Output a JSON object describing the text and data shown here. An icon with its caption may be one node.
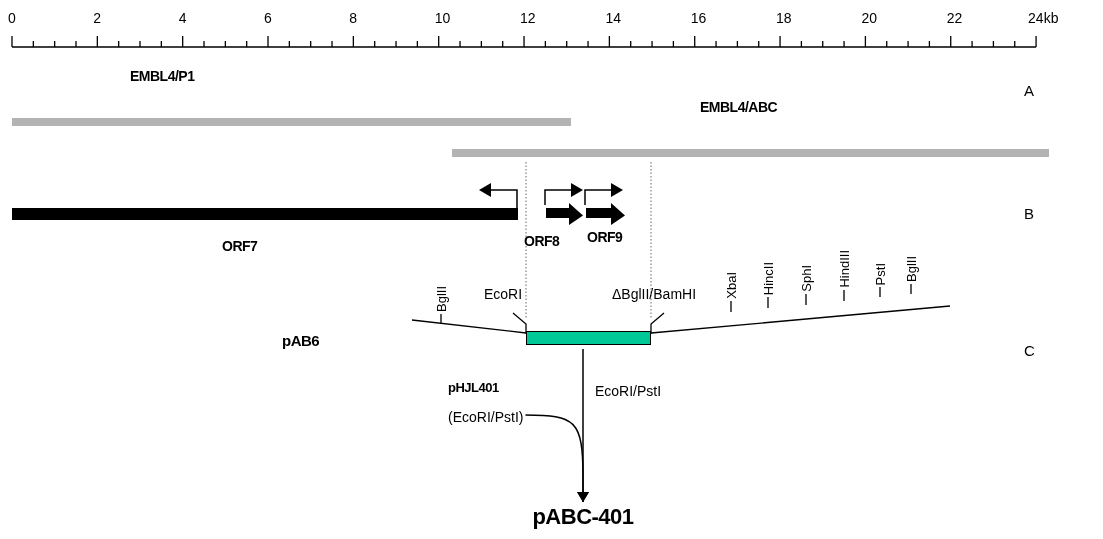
{
  "diagram": {
    "nodes": [
      {
        "text": [
          "EMBL4/P1"
        ]
      },
      {
        "text": [
          "EMBL4/ABC"
        ]
      },
      {
        "text": [
          "ORF7"
        ]
      },
      {
        "text": [
          "ORF8"
        ]
      },
      {
        "text": [
          "ORF9"
        ]
      },
      {
        "text": [],
        "shape": "bar"
      },
      {
        "text": [
          "pHJL401",
          "(EcoRI/PstI)"
        ]
      },
      {
        "text": [
          "pABC-401"
        ]
      }
    ],
    "edges": [
      {
        "from": 5,
        "to": 7,
        "arrow": "to",
        "label": "EcoRI/PstI"
      },
      {
        "from": 6,
        "to": 7,
        "arrow": "to"
      }
    ],
    "labels": [
      "0",
      "2",
      "4",
      "6",
      "8",
      "10",
      "12",
      "14",
      "16",
      "18",
      "20",
      "22",
      "24kb",
      "A",
      "B",
      "BglII",
      "EcoRI",
      "ΔBglII/BamHI",
      "XbaI",
      "HincII",
      "SphI",
      "HindIII",
      "PstI",
      "BglII",
      "pAB6",
      "C"
    ]
  }
}
